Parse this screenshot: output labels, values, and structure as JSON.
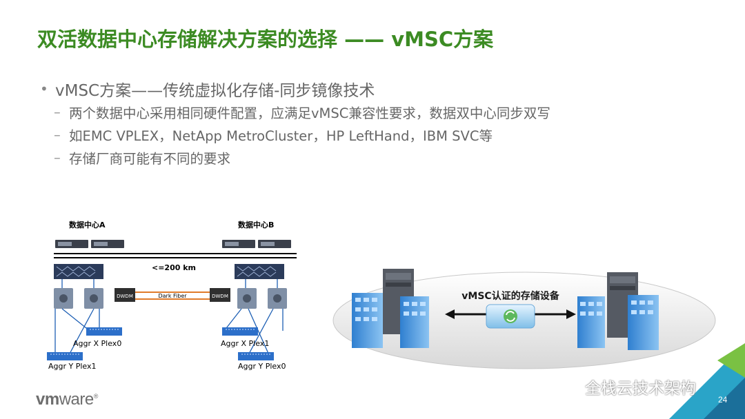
{
  "slide": {
    "title": "双活数据中心存储解决方案的选择 —— vMSC方案",
    "bullets": {
      "main": "vMSC方案——传统虚拟化存储-同步镜像技术",
      "sub": [
        "两个数据中心采用相同硬件配置，应满足vMSC兼容性要求，数据双中心同步双写",
        "如EMC VPLEX，NetApp MetroCluster，HP LeftHand，IBM SVC等",
        "存储厂商可能有不同的要求"
      ]
    },
    "diagram_left": {
      "site_a": "数据中心A",
      "site_b": "数据中心B",
      "distance": "<=200 km",
      "fiber_label": "Dark Fiber",
      "dwdm_label": "DWDM",
      "a_aggr_x": "Aggr X  Plex0",
      "a_aggr_y": "Aggr Y  Plex1",
      "b_aggr_x": "Aggr X  Plex1",
      "b_aggr_y": "Aggr Y  Plex0"
    },
    "diagram_right": {
      "caption": "vMSC认证的存储设备"
    },
    "footer": {
      "logo_vm": "vm",
      "logo_ware": "ware",
      "logo_reg": "®",
      "watermark": "全栈云技术架构",
      "page_number": "24"
    },
    "colors": {
      "title": "#3c8b23",
      "corner_dark": "#1b6f9a",
      "corner_light": "#2aa4c8",
      "corner_green": "#7ac143"
    }
  }
}
